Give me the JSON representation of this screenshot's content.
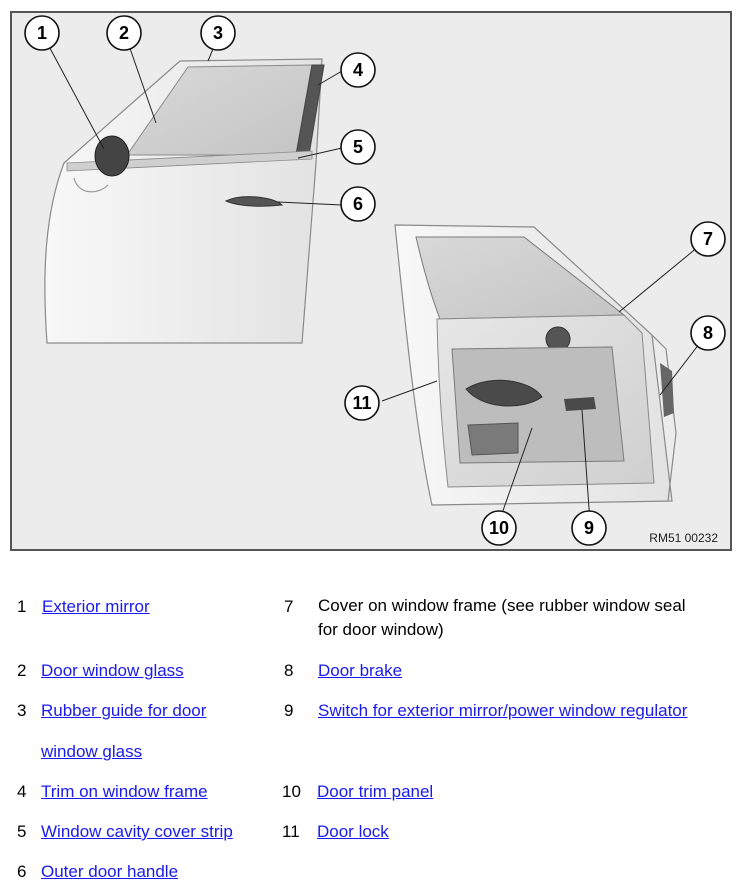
{
  "figure": {
    "reference_code": "RM51 00232"
  },
  "callouts": [
    "1",
    "2",
    "3",
    "4",
    "5",
    "6",
    "7",
    "8",
    "9",
    "10",
    "11"
  ],
  "legend": [
    {
      "num": "1",
      "label": "Exterior mirror",
      "link": true
    },
    {
      "num": "2",
      "label": "Door window glass",
      "link": true
    },
    {
      "num": "3",
      "label": "Rubber guide for door",
      "label2": "window glass",
      "link": true
    },
    {
      "num": "4",
      "label": "Trim on window frame",
      "link": true
    },
    {
      "num": "5",
      "label": "Window cavity cover strip",
      "link": true
    },
    {
      "num": "6",
      "label": "Outer door handle",
      "link": true
    },
    {
      "num": "7",
      "label": "Cover on window frame (see rubber window seal",
      "label2": "for door window)",
      "link": false
    },
    {
      "num": "8",
      "label": "Door brake",
      "link": true
    },
    {
      "num": "9",
      "label": "Switch for exterior mirror/power window regulator",
      "link": true
    },
    {
      "num": "10",
      "label": "Door trim panel",
      "link": true
    },
    {
      "num": "11",
      "label": "Door lock",
      "link": true
    }
  ]
}
